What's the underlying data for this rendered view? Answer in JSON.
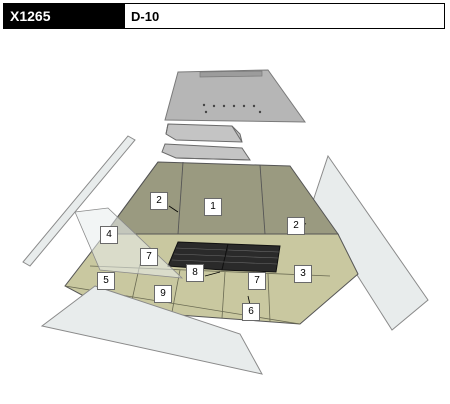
{
  "header": {
    "part_code": "X1265",
    "model": "D-10"
  },
  "callouts": [
    {
      "id": "label-1",
      "text": "1"
    },
    {
      "id": "label-2-left",
      "text": "2"
    },
    {
      "id": "label-2-right",
      "text": "2"
    },
    {
      "id": "label-3",
      "text": "3"
    },
    {
      "id": "label-4",
      "text": "4"
    },
    {
      "id": "label-5",
      "text": "5"
    },
    {
      "id": "label-6",
      "text": "6"
    },
    {
      "id": "label-7-left",
      "text": "7"
    },
    {
      "id": "label-7-right",
      "text": "7"
    },
    {
      "id": "label-8",
      "text": "8"
    },
    {
      "id": "label-9",
      "text": "9"
    }
  ],
  "colors": {
    "brick": "#c9c8a0",
    "brick_dark": "#a9a984",
    "back_panel": "#9a9a80",
    "glass": "#e8ecec",
    "steel": "#b4b4b4",
    "grate": "#2a2a2a"
  }
}
